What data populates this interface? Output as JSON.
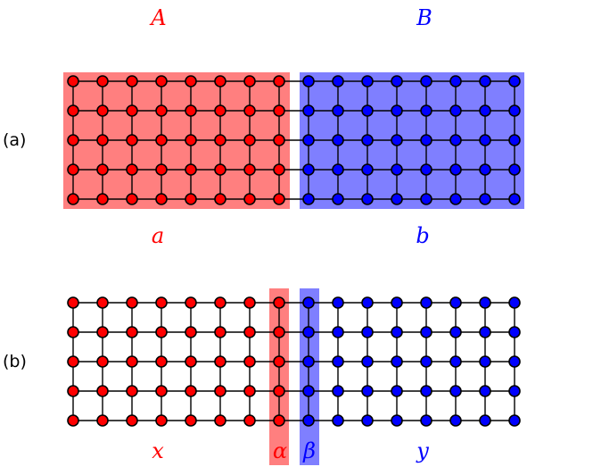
{
  "panels": {
    "a": {
      "label": "(a)",
      "top_left_label": "A",
      "top_right_label": "B",
      "bottom_left_label": "a",
      "bottom_right_label": "b"
    },
    "b": {
      "label": "(b)",
      "label_x": "x",
      "label_alpha": "α",
      "label_beta": "β",
      "label_y": "y"
    }
  },
  "lattice": {
    "columns": 16,
    "rows": 5,
    "red_columns": 8,
    "blue_columns": 8
  },
  "colors": {
    "red": "#ff0000",
    "blue": "#0000ff",
    "red_region": "#ff7f7f",
    "blue_region": "#7f7fff",
    "edge": "#000000"
  },
  "icons": {
    "node": "filled-circle-node"
  }
}
